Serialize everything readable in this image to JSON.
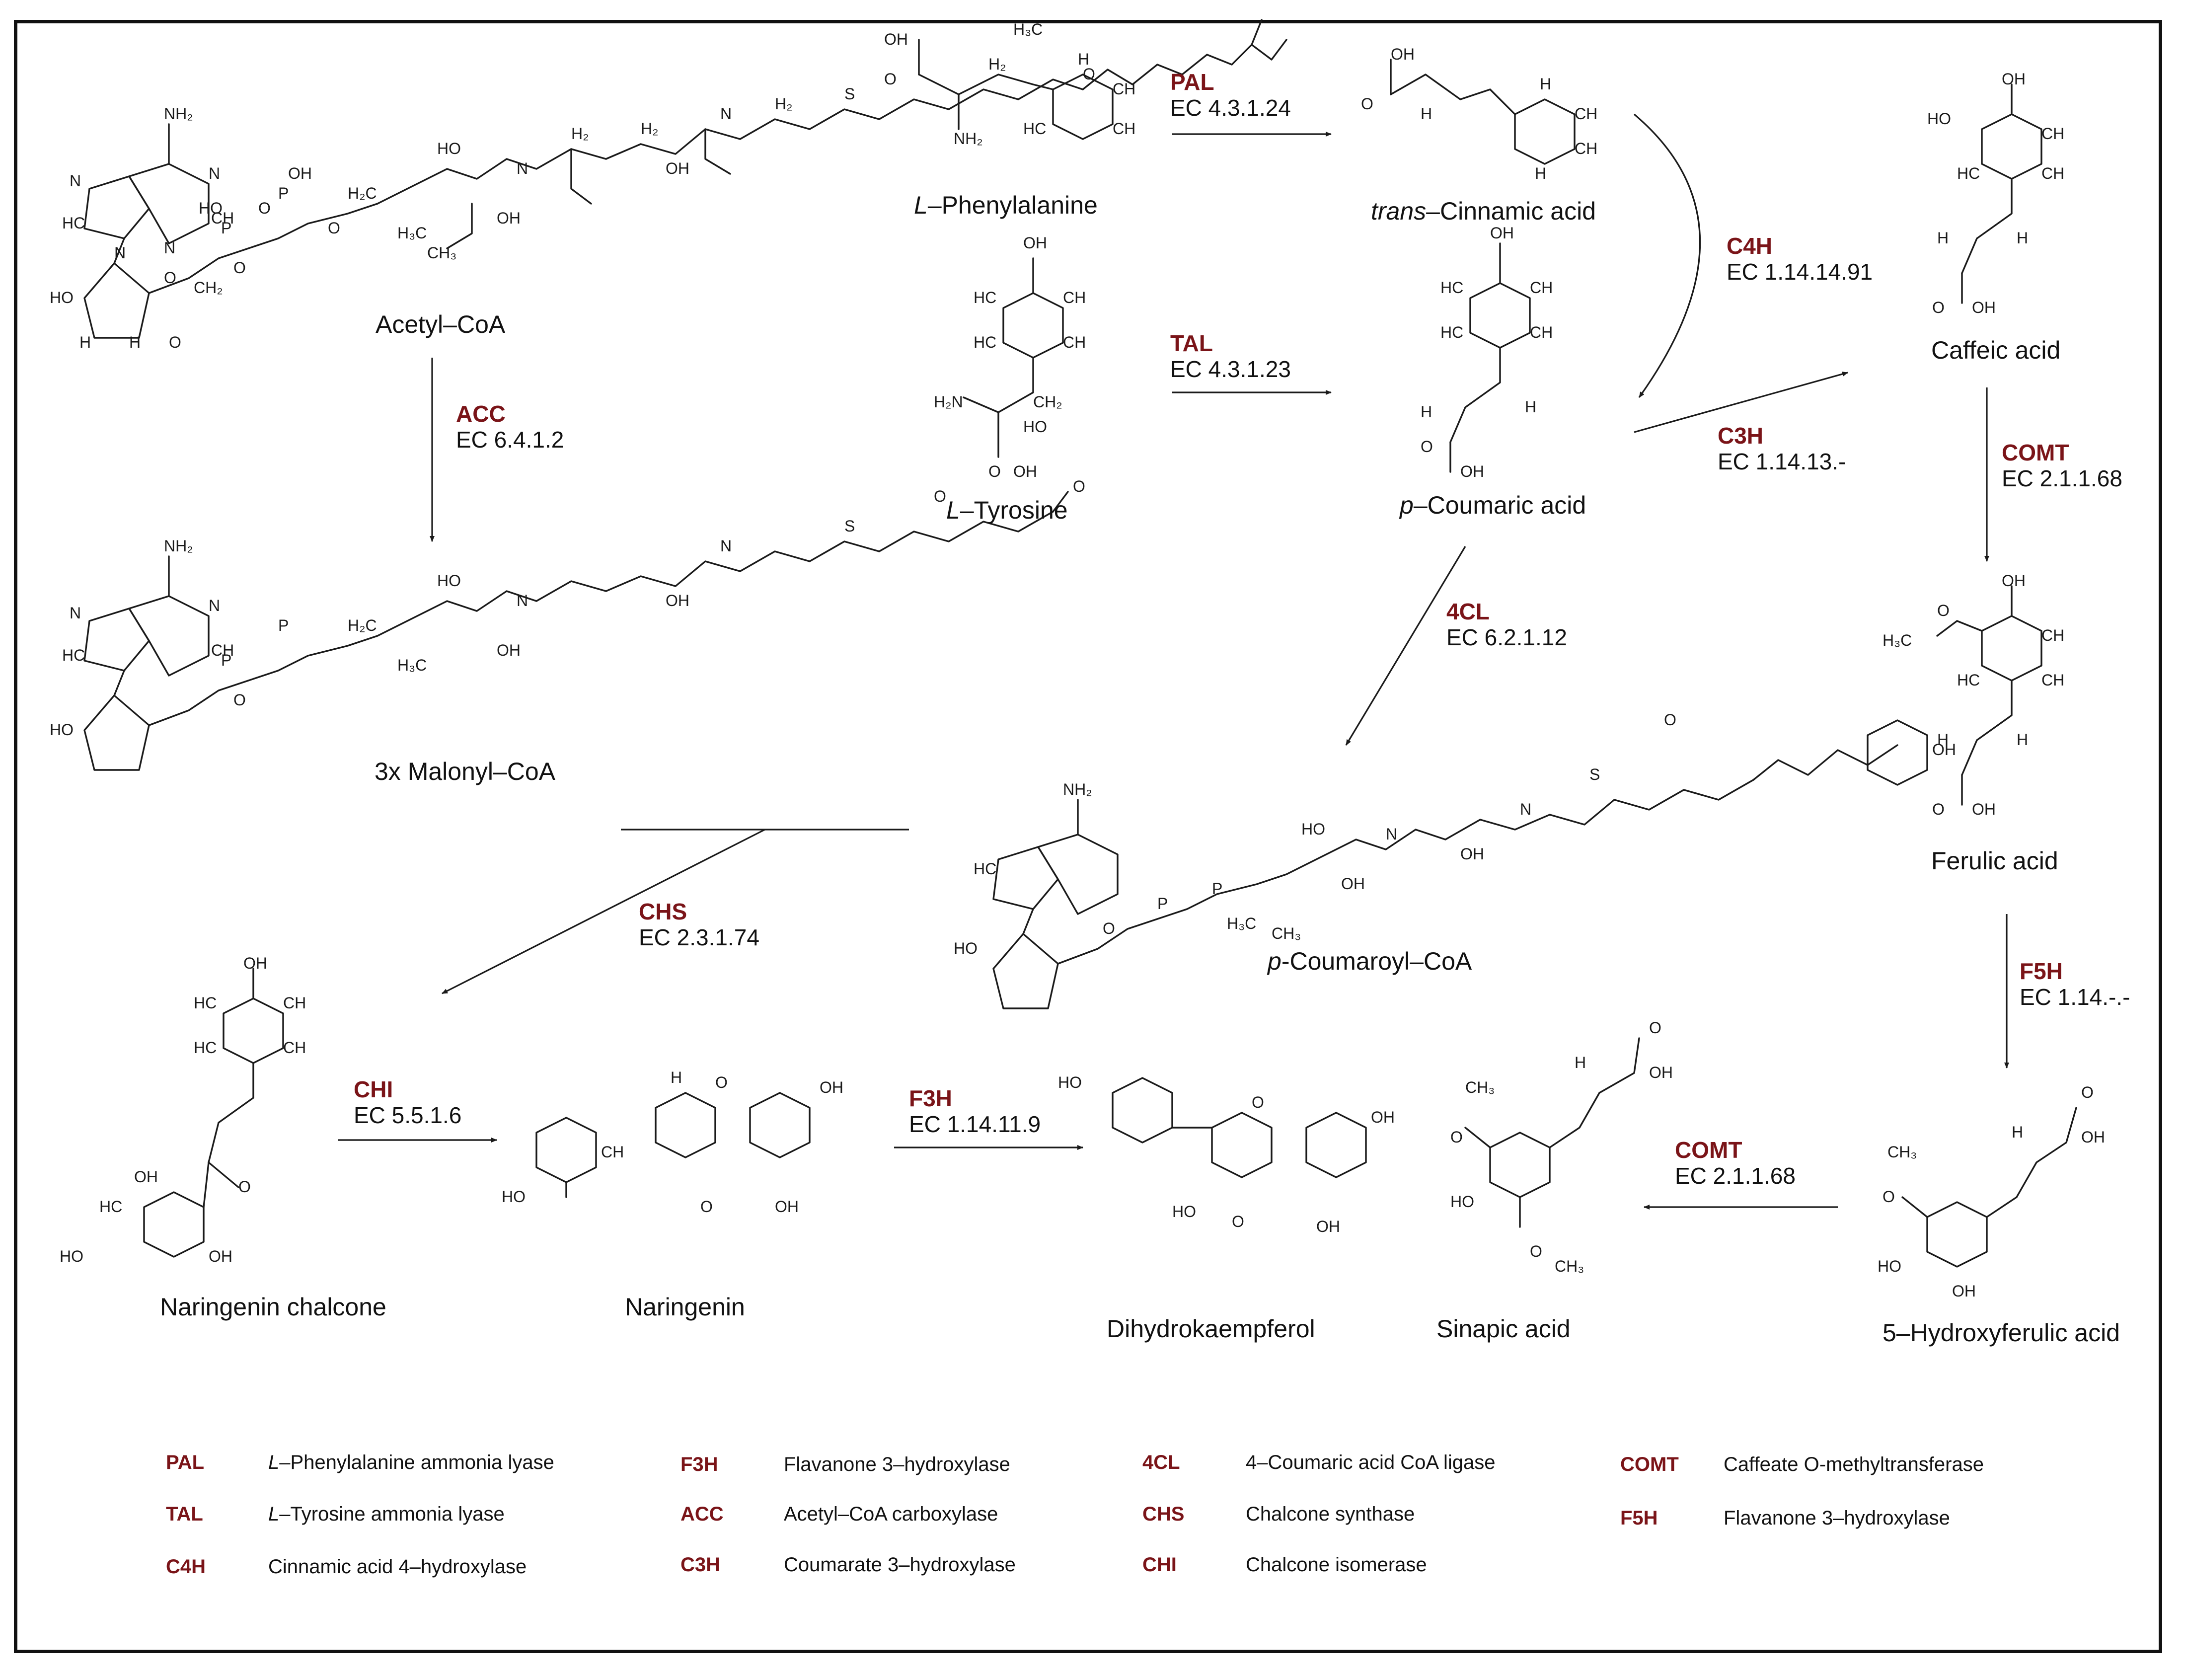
{
  "compounds": {
    "acetyl_coa": "Acetyl–CoA",
    "malonyl_coa": "3x Malonyl–CoA",
    "phenylalanine_prefix": "L",
    "phenylalanine_rest": "–Phenylalanine",
    "tyrosine_prefix": "L",
    "tyrosine_rest": "–Tyrosine",
    "cinnamic_prefix": "trans",
    "cinnamic_rest": "–Cinnamic acid",
    "coumaric_prefix": "p",
    "coumaric_rest": "–Coumaric acid",
    "caffeic": "Caffeic acid",
    "ferulic": "Ferulic acid",
    "coumaroyl_prefix": "p",
    "coumaroyl_rest": "-Coumaroyl–CoA",
    "naringenin_chalcone": "Naringenin chalcone",
    "naringenin": "Naringenin",
    "dihydrokaempferol": "Dihydrokaempferol",
    "sinapic": "Sinapic acid",
    "hydroxyferulic": "5–Hydroxyferulic acid"
  },
  "enzymes": {
    "acc": {
      "code": "ACC",
      "ec": "EC 6.4.1.2"
    },
    "pal": {
      "code": "PAL",
      "ec": "EC 4.3.1.24"
    },
    "tal": {
      "code": "TAL",
      "ec": "EC 4.3.1.23"
    },
    "c4h": {
      "code": "C4H",
      "ec": "EC 1.14.14.91"
    },
    "c3h": {
      "code": "C3H",
      "ec": "EC 1.14.13.-"
    },
    "comt1": {
      "code": "COMT",
      "ec": "EC 2.1.1.68"
    },
    "cl4": {
      "code": "4CL",
      "ec": "EC 6.2.1.12"
    },
    "f5h": {
      "code": "F5H",
      "ec": "EC 1.14.-.-"
    },
    "chs": {
      "code": "CHS",
      "ec": "EC 2.3.1.74"
    },
    "chi": {
      "code": "CHI",
      "ec": "EC 5.5.1.6"
    },
    "f3h": {
      "code": "F3H",
      "ec": "EC 1.14.11.9"
    },
    "comt2": {
      "code": "COMT",
      "ec": "EC 2.1.1.68"
    }
  },
  "legend": [
    {
      "code": "PAL",
      "prefix": "L",
      "name": "–Phenylalanine ammonia lyase"
    },
    {
      "code": "TAL",
      "prefix": "L",
      "name": "–Tyrosine ammonia lyase"
    },
    {
      "code": "C4H",
      "prefix": "",
      "name": "Cinnamic acid 4–hydroxylase"
    },
    {
      "code": "F3H",
      "prefix": "",
      "name": "Flavanone 3–hydroxylase"
    },
    {
      "code": "ACC",
      "prefix": "",
      "name": "Acetyl–CoA carboxylase"
    },
    {
      "code": "C3H",
      "prefix": "",
      "name": "Coumarate 3–hydroxylase"
    },
    {
      "code": "4CL",
      "prefix": "",
      "name": "4–Coumaric acid CoA ligase"
    },
    {
      "code": "CHS",
      "prefix": "",
      "name": "Chalcone synthase"
    },
    {
      "code": "CHI",
      "prefix": "",
      "name": "Chalcone isomerase"
    },
    {
      "code": "COMT",
      "prefix": "",
      "name": "Caffeate O-methyltransferase"
    },
    {
      "code": "F5H",
      "prefix": "",
      "name": "Flavanone 3–hydroxylase"
    }
  ],
  "colors": {
    "enzyme": "#7a1418",
    "text": "#111111",
    "line": "#1a1a1a"
  }
}
